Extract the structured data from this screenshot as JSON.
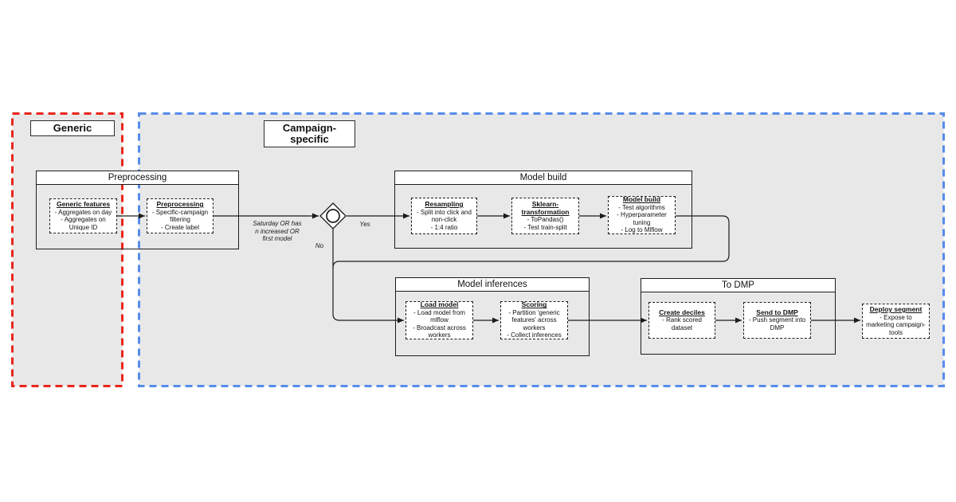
{
  "colors": {
    "region_fill": "#e8e8e8",
    "generic_border": "#e8261d",
    "campaign_border": "#568ceb",
    "line": "#1b1b1b"
  },
  "regions": {
    "generic": {
      "label": "Generic"
    },
    "campaign": {
      "label": "Campaign-\nspecific"
    }
  },
  "containers": {
    "preprocessing": {
      "title": "Preprocessing"
    },
    "model_build": {
      "title": "Model build"
    },
    "model_inferences": {
      "title": "Model inferences"
    },
    "to_dmp": {
      "title": "To DMP"
    }
  },
  "nodes": {
    "generic_features": {
      "title": "Generic features",
      "lines": [
        "- Aggregates on day",
        "- Aggregates on Unique ID"
      ]
    },
    "preprocessing_step": {
      "title": "Preprocessing",
      "lines": [
        "- Specific-campaign filtering",
        "- Create label"
      ]
    },
    "resampling": {
      "title": "Resampling",
      "lines": [
        "- Split into click and non-click",
        "- 1:4 ratio"
      ]
    },
    "sklearn_transformation": {
      "title": "Sklearn-transformation",
      "lines": [
        "- ToPandas()",
        "- Test train-split"
      ]
    },
    "model_build_step": {
      "title": "Model build",
      "lines": [
        "- Test algorithms",
        "- Hyperparameter tuning",
        "- Log to Mlflow"
      ]
    },
    "load_model": {
      "title": "Load model",
      "lines": [
        "- Load model from mlflow",
        "- Broadcast across workers"
      ]
    },
    "scoring": {
      "title": "Scoring",
      "lines": [
        "- Partition 'generic features' across workers",
        "- Collect inferences"
      ]
    },
    "create_deciles": {
      "title": "Create deciles",
      "lines": [
        "- Rank scored dataset"
      ]
    },
    "send_to_dmp": {
      "title": "Send to DMP",
      "lines": [
        "- Push segment into DMP"
      ]
    },
    "deploy_segment": {
      "title": "Deploy segment",
      "lines": [
        "- Expose to marketing campaign-tools"
      ]
    }
  },
  "edges": {
    "condition": "Saturday OR has\nn increased OR\nfirst model",
    "yes": "Yes",
    "no": "No"
  }
}
